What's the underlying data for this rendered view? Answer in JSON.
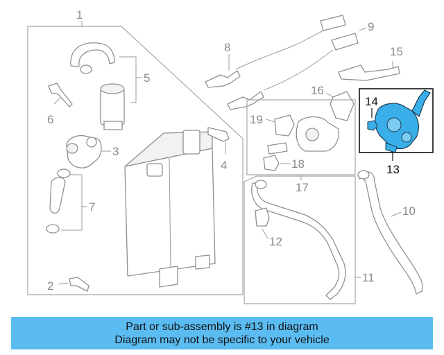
{
  "callouts": {
    "c1": "1",
    "c2": "2",
    "c3": "3",
    "c4": "4",
    "c5": "5",
    "c6": "6",
    "c7": "7",
    "c8": "8",
    "c9": "9",
    "c10": "10",
    "c11": "11",
    "c12": "12",
    "c13": "13",
    "c14": "14",
    "c15": "15",
    "c16": "16",
    "c17": "17",
    "c18": "18",
    "c19": "19"
  },
  "highlight": {
    "part": "13",
    "sub_part": "14",
    "color": "#3aaee8"
  },
  "banner": {
    "line1": "Part or sub-assembly is #13 in diagram",
    "line2": "Diagram may not be specific to your vehicle",
    "background": "#5bbcf2"
  }
}
